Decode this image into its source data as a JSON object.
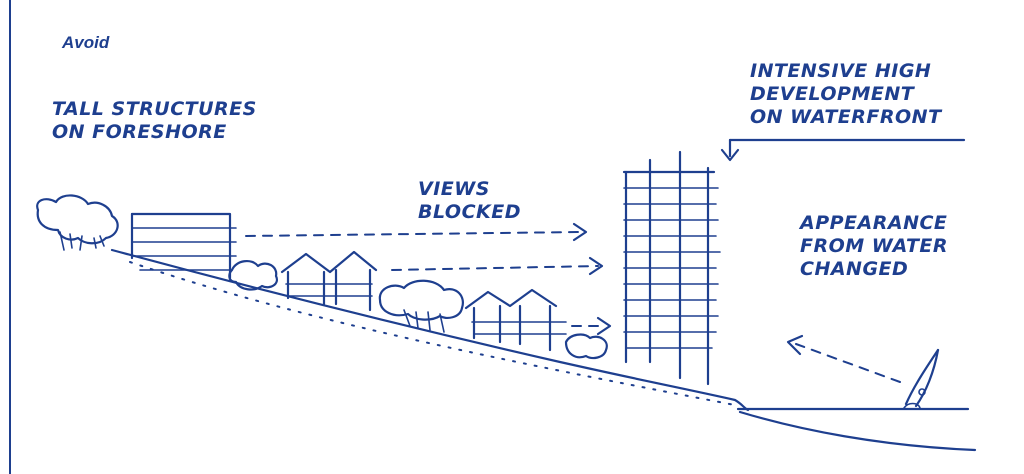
{
  "diagram": {
    "heading": "Avoid",
    "notes": {
      "tall_structures": [
        "TALL STRUCTURES",
        "ON FORESHORE"
      ],
      "views_blocked": [
        "VIEWS",
        "BLOCKED"
      ],
      "intensive_development": [
        "INTENSIVE HIGH",
        "DEVELOPMENT",
        "ON WATERFRONT"
      ],
      "appearance_changed": [
        "APPEARANCE",
        "FROM WATER",
        "CHANGED"
      ]
    },
    "ink_color": "#1e3f8f"
  }
}
